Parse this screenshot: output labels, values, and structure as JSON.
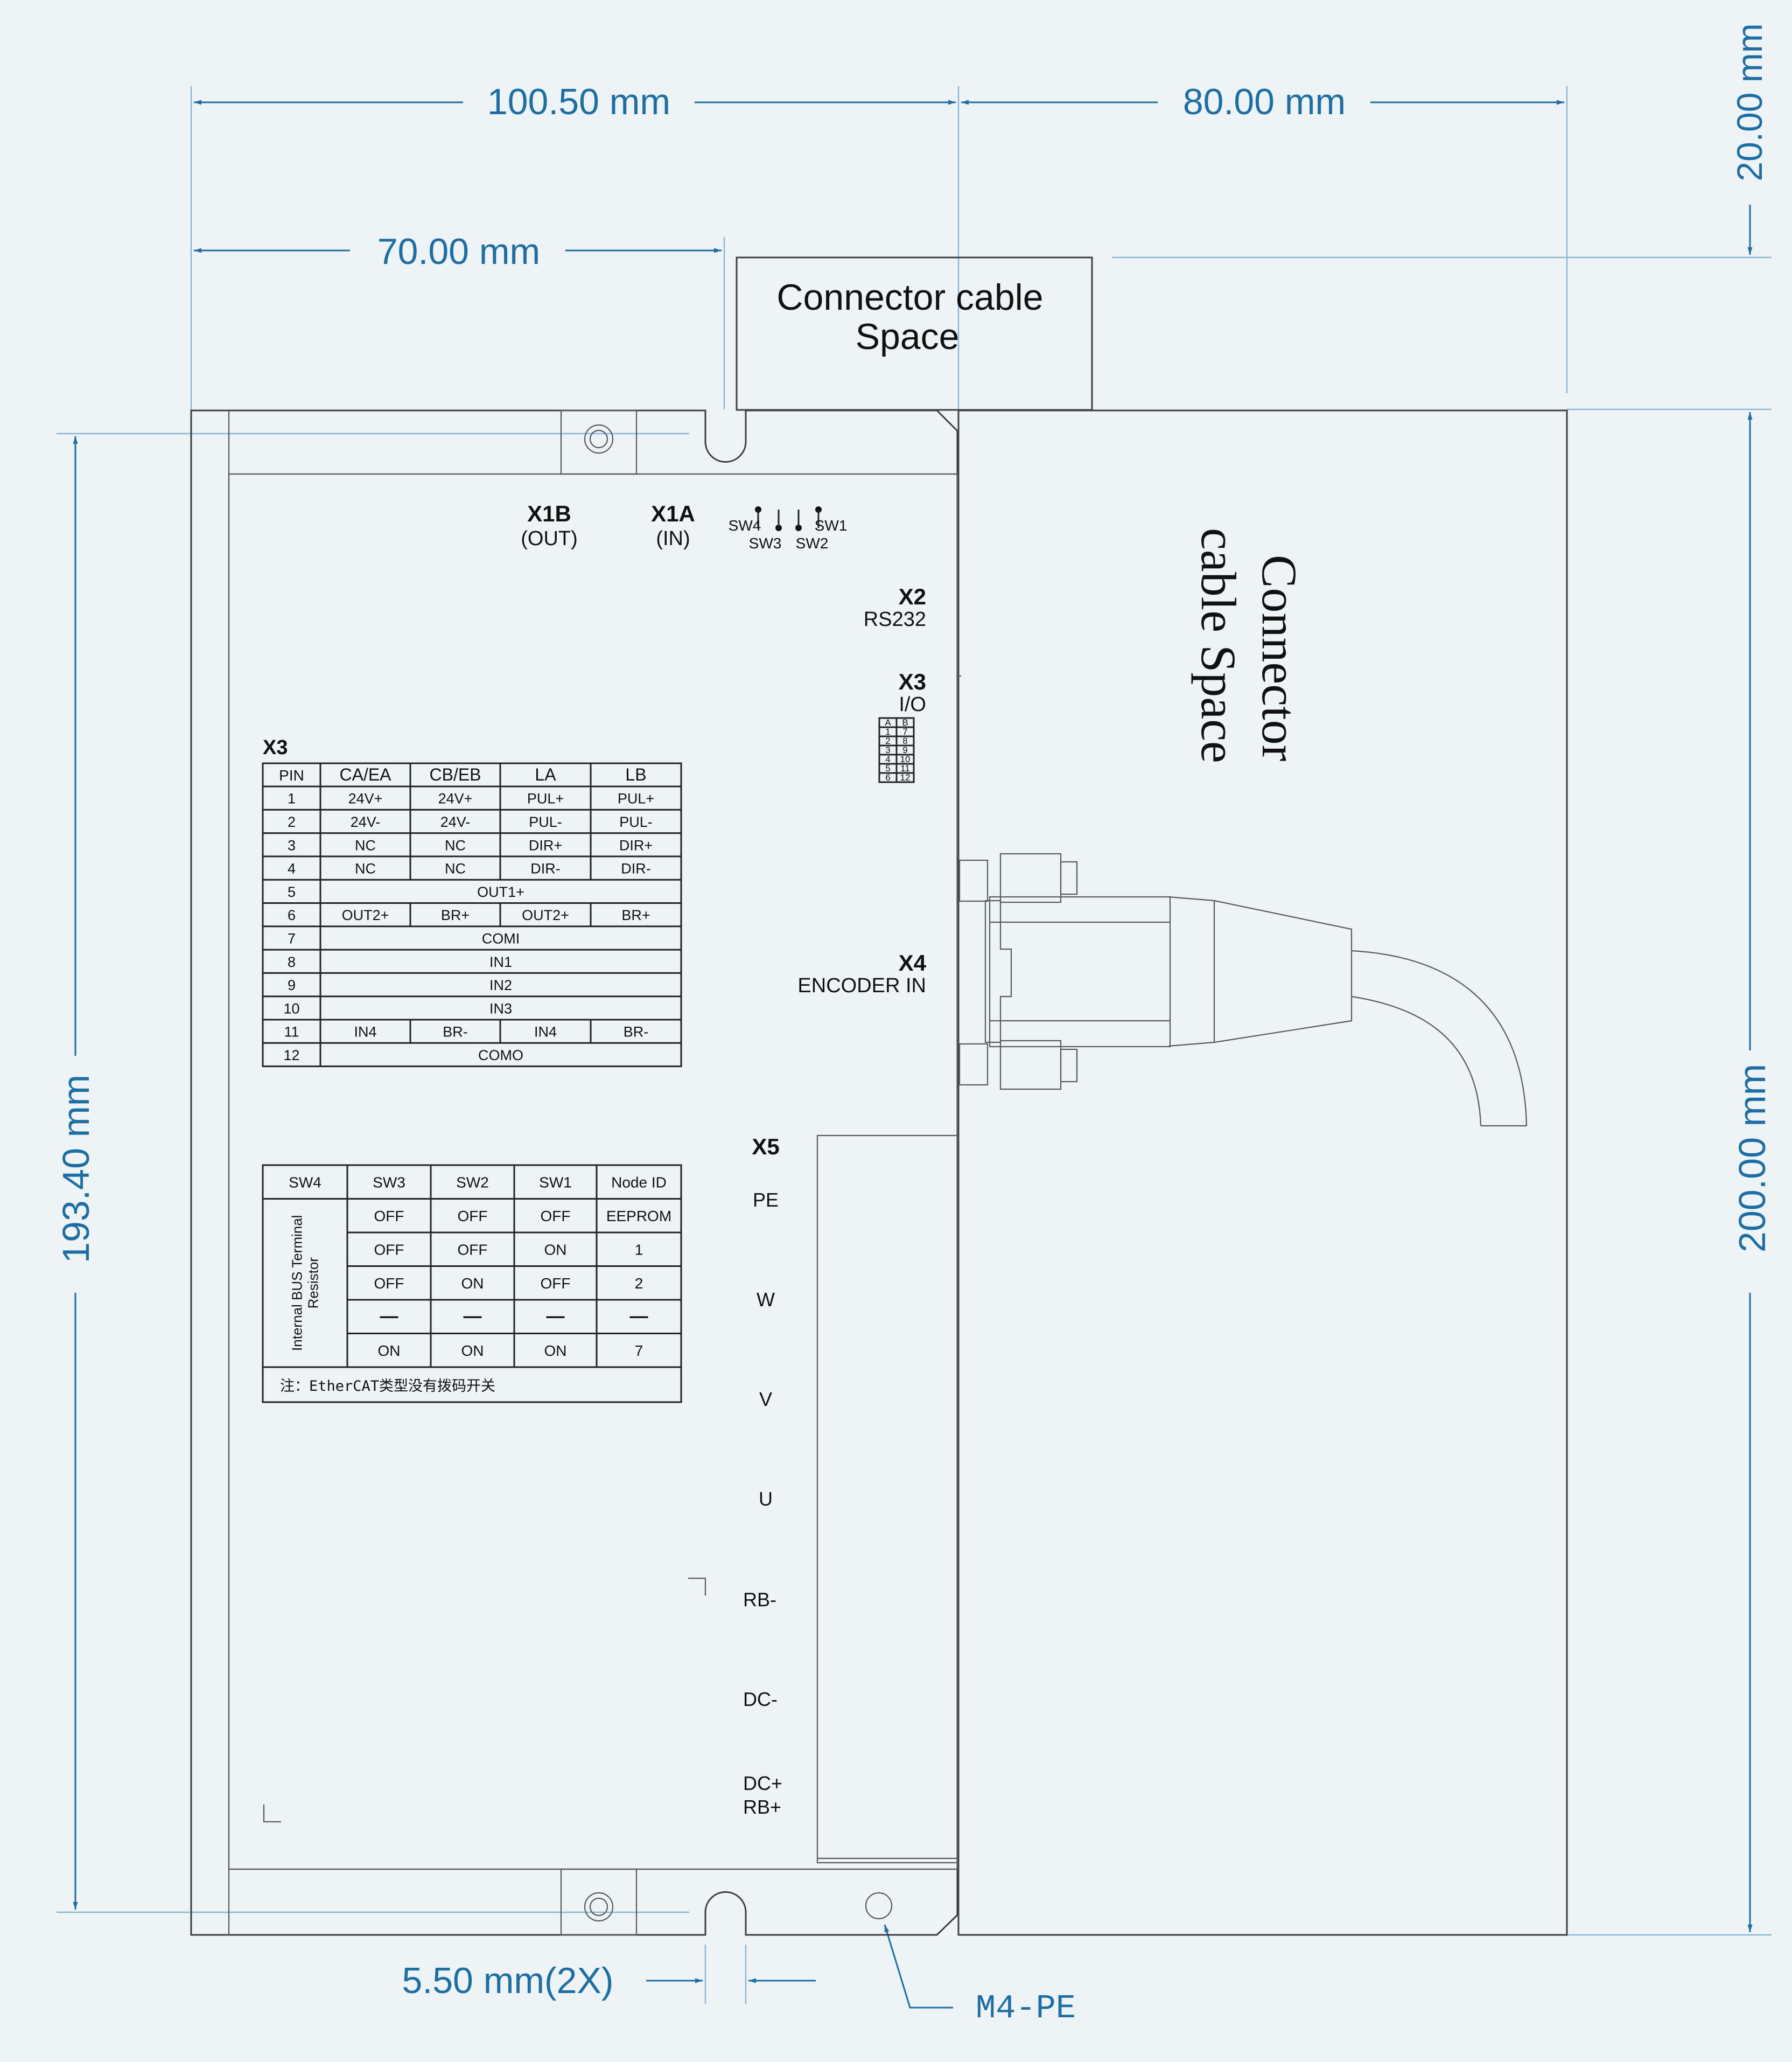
{
  "dimensions": {
    "top_total_left": "100.50 mm",
    "top_total_right": "80.00 mm",
    "top_partial": "70.00 mm",
    "right_top": "20.00 mm",
    "left_height": "193.40 mm",
    "right_height": "200.00 mm",
    "slot_width": "5.50 mm(2X)",
    "ground_screw": "M4-PE"
  },
  "spaces": {
    "top_box_line1": "Connector cable",
    "top_box_line2": "Space",
    "side_line1": "Connector",
    "side_line2": "cable Space"
  },
  "connectors": {
    "x1b": "X1B",
    "x1b_sub": "(OUT)",
    "x1a": "X1A",
    "x1a_sub": "(IN)",
    "sw4": "SW4",
    "sw3": "SW3",
    "sw2": "SW2",
    "sw1": "SW1",
    "x2": "X2",
    "x2_sub": "RS232",
    "x3": "X3",
    "x3_sub": "I/O",
    "x4": "X4",
    "x4_sub": "ENCODER IN",
    "x5": "X5",
    "x3_table_title": "X3"
  },
  "io_mini": {
    "header": [
      "A",
      "B"
    ],
    "rows": [
      [
        "1",
        "7"
      ],
      [
        "2",
        "8"
      ],
      [
        "3",
        "9"
      ],
      [
        "4",
        "10"
      ],
      [
        "5",
        "11"
      ],
      [
        "6",
        "12"
      ]
    ]
  },
  "x5_terminals": [
    "PE",
    "W",
    "V",
    "U",
    "RB-",
    "DC-",
    "DC+",
    "RB+"
  ],
  "pin_table": {
    "headers": [
      "PIN",
      "CA/EA",
      "CB/EB",
      "LA",
      "LB"
    ],
    "rows": [
      {
        "pin": "1",
        "cells": [
          "24V+",
          "24V+",
          "PUL+",
          "PUL+"
        ]
      },
      {
        "pin": "2",
        "cells": [
          "24V-",
          "24V-",
          "PUL-",
          "PUL-"
        ]
      },
      {
        "pin": "3",
        "cells": [
          "NC",
          "NC",
          "DIR+",
          "DIR+"
        ]
      },
      {
        "pin": "4",
        "cells": [
          "NC",
          "NC",
          "DIR-",
          "DIR-"
        ]
      },
      {
        "pin": "5",
        "span": "OUT1+"
      },
      {
        "pin": "6",
        "cells": [
          "OUT2+",
          "BR+",
          "OUT2+",
          "BR+"
        ]
      },
      {
        "pin": "7",
        "span": "COMI"
      },
      {
        "pin": "8",
        "span": "IN1"
      },
      {
        "pin": "9",
        "span": "IN2"
      },
      {
        "pin": "10",
        "span": "IN3"
      },
      {
        "pin": "11",
        "cells": [
          "IN4",
          "BR-",
          "IN4",
          "BR-"
        ]
      },
      {
        "pin": "12",
        "span": "COMO"
      }
    ]
  },
  "switch_table": {
    "headers": [
      "SW4",
      "SW3",
      "SW2",
      "SW1",
      "Node ID"
    ],
    "sw4_line1": "Internal BUS Terminal",
    "sw4_line2": "Resistor",
    "rows": [
      [
        "OFF",
        "OFF",
        "OFF",
        "EEPROM"
      ],
      [
        "OFF",
        "OFF",
        "ON",
        "1"
      ],
      [
        "OFF",
        "ON",
        "OFF",
        "2"
      ],
      [
        "—",
        "—",
        "—",
        "—"
      ],
      [
        "ON",
        "ON",
        "ON",
        "7"
      ]
    ],
    "note": "注：EtherCAT类型没有拨码开关"
  }
}
